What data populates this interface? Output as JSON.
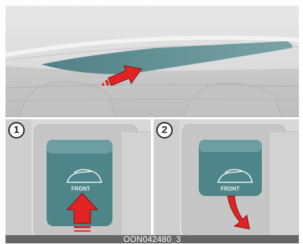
{
  "figure": {
    "top_panel": {
      "arrow_icon": "red-arrow-up-right"
    },
    "steps": [
      {
        "number": "1",
        "button_label": "FRONT",
        "arrow_icon": "red-arrow-up"
      },
      {
        "number": "2",
        "button_label": "FRONT",
        "arrow_icon": "red-arrow-curved-down"
      }
    ],
    "image_code": "OON042480_3"
  },
  "colors": {
    "arrow_red": "#e02424",
    "button_teal": "#4d8589",
    "caption_bar": "#666666"
  }
}
